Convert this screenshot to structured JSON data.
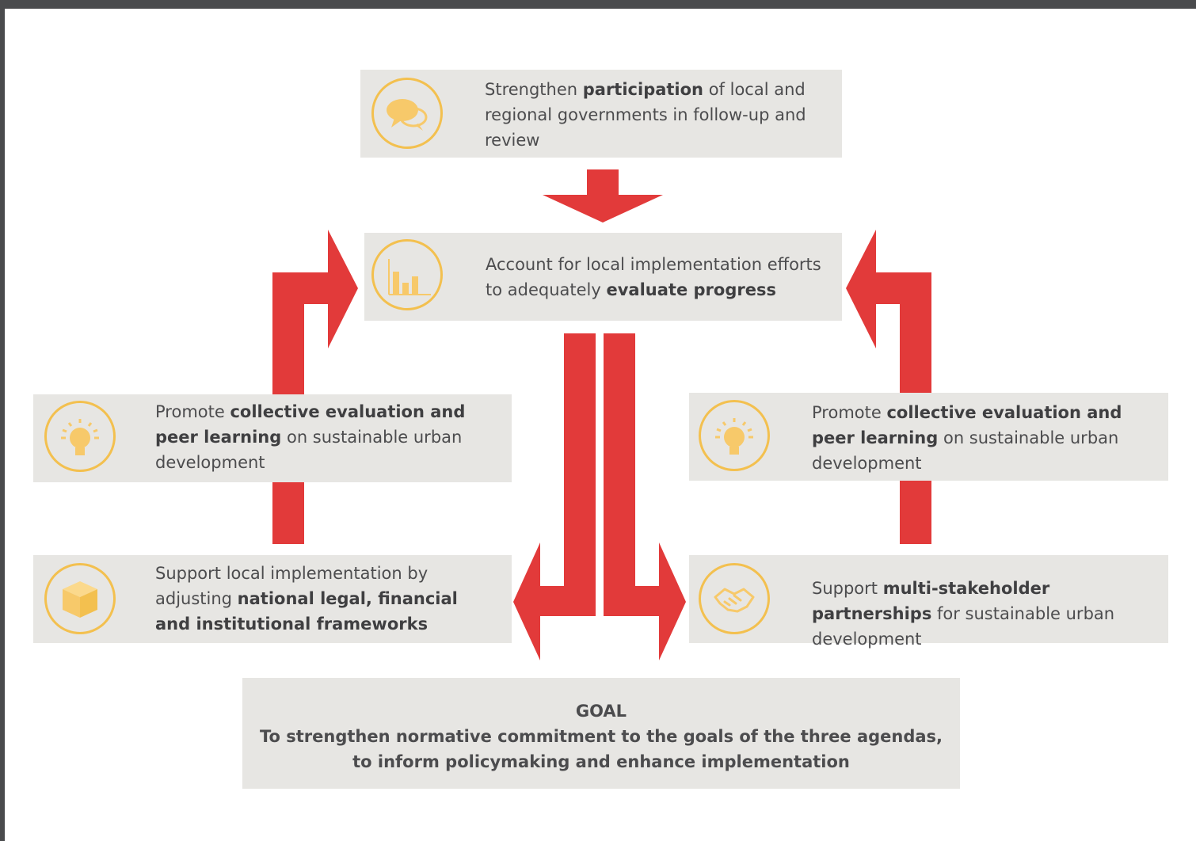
{
  "nodes": {
    "top": {
      "pre": "Strengthen ",
      "bold": "participation",
      "post": " of local and regional governments in follow-up and review",
      "icon": "speech-bubbles-icon"
    },
    "center": {
      "pre": "Account for local implementation efforts to adequately ",
      "bold": "evaluate progress",
      "post": "",
      "icon": "bar-chart-icon"
    },
    "left_mid": {
      "pre": "Promote ",
      "bold": "collective evaluation and peer learning",
      "post": " on sustainable urban development",
      "icon": "lightbulb-icon"
    },
    "right_mid": {
      "pre": "Promote ",
      "bold": "collective evaluation and peer learning",
      "post": " on sustainable urban development",
      "icon": "lightbulb-icon"
    },
    "left_bottom": {
      "pre": "Support local implementation by adjusting ",
      "bold": "national legal, financial and institutional frameworks",
      "post": "",
      "icon": "cube-icon"
    },
    "right_bottom": {
      "pre": "Support ",
      "bold": "multi-stakeholder partnerships",
      "post": " for sustainable urban development",
      "icon": "handshake-icon"
    }
  },
  "goal": {
    "heading": "GOAL",
    "line1": "To strengthen normative commitment to the goals of the three agendas,",
    "line2": "to inform policymaking and enhance implementation"
  },
  "colors": {
    "arrow": "#e23a3a",
    "box": "#e7e6e3",
    "icon": "#f3c04f",
    "text": "#4c4c4e"
  }
}
